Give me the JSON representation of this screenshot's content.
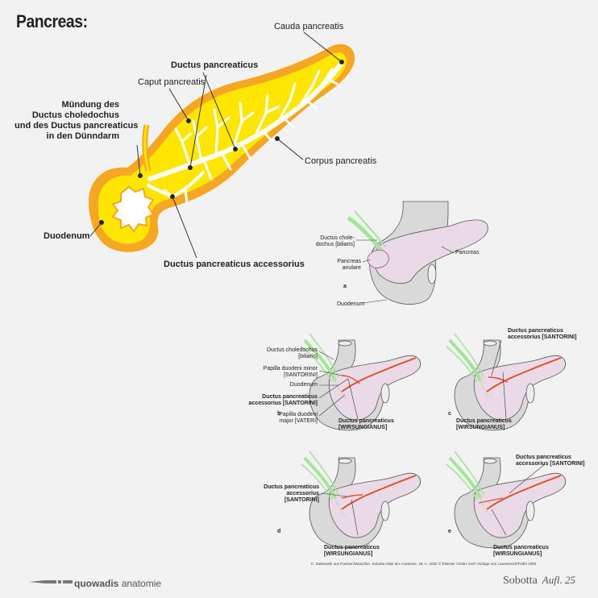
{
  "title": "Pancreas:",
  "main_labels": {
    "cauda": "Cauda pancreatis",
    "ductus": "Ductus pancreaticus",
    "caput": "Caput pancreatis",
    "muendung": [
      "Mündung des",
      "Ductus choledochus",
      "und des Ductus pancreaticus",
      "in den Dünndarm"
    ],
    "corpus": "Corpus pancreatis",
    "duodenum": "Duodenum",
    "accessorius": "Ductus pancreaticus accessorius"
  },
  "panel_a": {
    "letter": "a",
    "choledochus": [
      "Ductus chole-",
      "dochus [biliaris]"
    ],
    "anulare": [
      "Pancreas",
      "anulare"
    ],
    "pancreas": "Pancreas",
    "duodenum": "Duodenum"
  },
  "panel_b": {
    "letter": "b",
    "choledochus": [
      "Ductus choledochus",
      "[biliaris]"
    ],
    "papilla_minor": [
      "Papilla duodeni minor",
      "[SANTORINI]"
    ],
    "duodenum": "Duodenum",
    "accessorius": [
      "Ductus pancreaticus",
      "accessorius [SANTORINI]"
    ],
    "papilla_major": [
      "Papilla duodeni",
      "major [VATERI]"
    ],
    "wirsung": [
      "Ductus pancreaticus",
      "[WIRSUNGIANUS]"
    ]
  },
  "panel_c": {
    "letter": "c",
    "accessorius": [
      "Ductus pancreaticus",
      "accessorius [SANTORINI]"
    ],
    "wirsung": [
      "Ductus pancreaticus",
      "[WIRSUNGIANUS]"
    ]
  },
  "panel_d": {
    "letter": "d",
    "accessorius": [
      "Ductus pancreaticus",
      "accessorius",
      "[SANTORINI]"
    ],
    "wirsung": [
      "Ductus pancreaticus",
      "[WIRSUNGIANUS]"
    ]
  },
  "panel_e": {
    "letter": "e",
    "accessorius": [
      "Ductus pancreaticus",
      "accessorius [SANTORINI]"
    ],
    "wirsung": [
      "Ductus pancreaticus",
      "[WIRSUNGIANUS]"
    ]
  },
  "credit": "K. Dalkowski aus Paulsen/Waschke. Sobotta Atlas der Anatomie. 25. A. 2022 © Elsevier GmbH nach Vorlage von Lauwerreck/Feifel 1993",
  "brand": {
    "bold": "quowadis",
    "light": "anatomie"
  },
  "sobotta": {
    "name": "Sobotta",
    "edition": "Aufl. 25"
  },
  "colors": {
    "gland": "#ffe600",
    "rim": "#f5a623",
    "duct": "#ffffff",
    "small_gland": "#ead9e6",
    "red_duct": "#e0502a",
    "green": "#a6e39a"
  }
}
